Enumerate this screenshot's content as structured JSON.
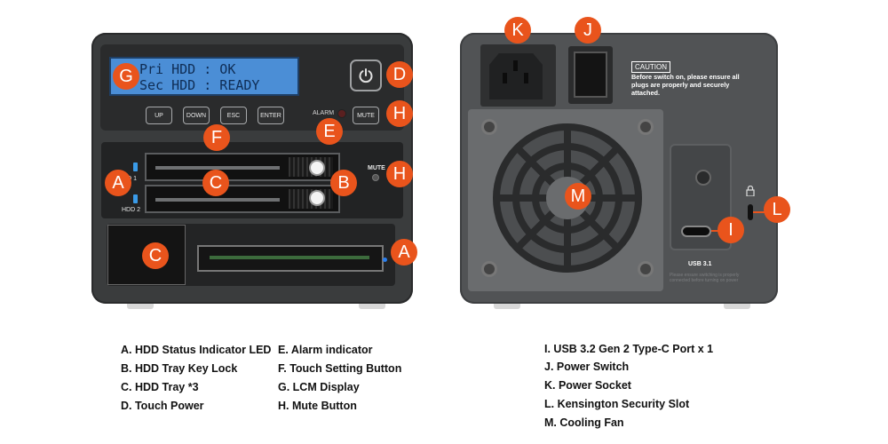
{
  "front": {
    "lcd": {
      "line1": "Pri HDD : OK",
      "line2": "Sec HDD : READY"
    },
    "buttons": {
      "up": "UP",
      "down": "DOWN",
      "esc": "ESC",
      "enter": "ENTER",
      "mute": "MUTE"
    },
    "alarm_label": "ALARM",
    "mute_label": "MUTE",
    "hdd_labels": {
      "hdd1": "HDD 1",
      "hdd2": "HDD 2"
    }
  },
  "back": {
    "caution_title": "CAUTION",
    "caution_text": "Before switch on, please ensure all plugs are properly and securely attached.",
    "usb_label": "USB 3.1",
    "fine_print": "Please ensure switching is properly connected before turning on power"
  },
  "callouts": {
    "A": "A",
    "B": "B",
    "C": "C",
    "D": "D",
    "E": "E",
    "F": "F",
    "G": "G",
    "H": "H",
    "I": "I",
    "J": "J",
    "K": "K",
    "L": "L",
    "M": "M"
  },
  "legend": {
    "col1": [
      "A. HDD Status Indicator LED",
      "B. HDD Tray Key Lock",
      "C. HDD Tray *3",
      "D. Touch Power"
    ],
    "col2": [
      "E. Alarm indicator",
      "F. Touch Setting Button",
      "G. LCM Display",
      "H. Mute Button"
    ],
    "col3": [
      "I. USB 3.2 Gen 2 Type-C Port x 1",
      "J. Power Switch",
      "K. Power Socket",
      "L. Kensington Security Slot",
      "M. Cooling Fan"
    ]
  },
  "colors": {
    "callout": "#e9541c",
    "lcd": "#4b8ed6",
    "enclosure": "#3a3c3d"
  },
  "icons": [
    "power-icon",
    "usb-c-port-icon",
    "kensington-lock-icon",
    "fan-icon",
    "power-socket-icon"
  ]
}
